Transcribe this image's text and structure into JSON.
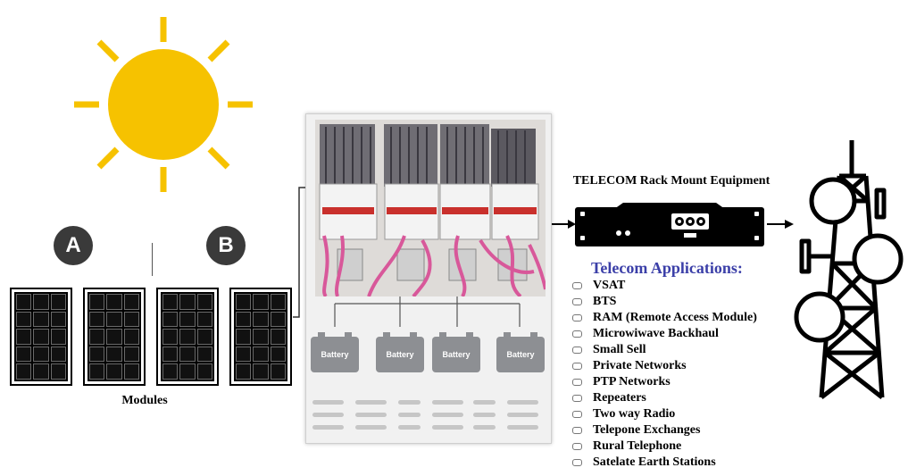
{
  "labels": {
    "source_a": "A",
    "source_b": "B",
    "modules": "Modules",
    "rack_title": "TELECOM Rack Mount Equipment",
    "apps_title": "Telecom Applications:"
  },
  "batteries": [
    "Battery",
    "Battery",
    "Battery",
    "Battery"
  ],
  "applications": [
    "VSAT",
    "BTS",
    "RAM (Remote Access Module)",
    "Microwiwave Backhaul",
    "Small Sell",
    "Private Networks",
    "PTP Networks",
    "Repeaters",
    "Two way Radio",
    "Telepone Exchanges",
    "Rural Telephone",
    "Satelate Earth Stations"
  ],
  "colors": {
    "sun": "#f6c200",
    "title_blue": "#3b3fa8",
    "battery": "#8d8f93",
    "cable_pink": "#d8589a"
  },
  "icons": [
    "sun-icon",
    "solar-panel-icon",
    "battery-icon",
    "rack-equipment-icon",
    "telecom-tower-icon",
    "arrow-icon"
  ]
}
